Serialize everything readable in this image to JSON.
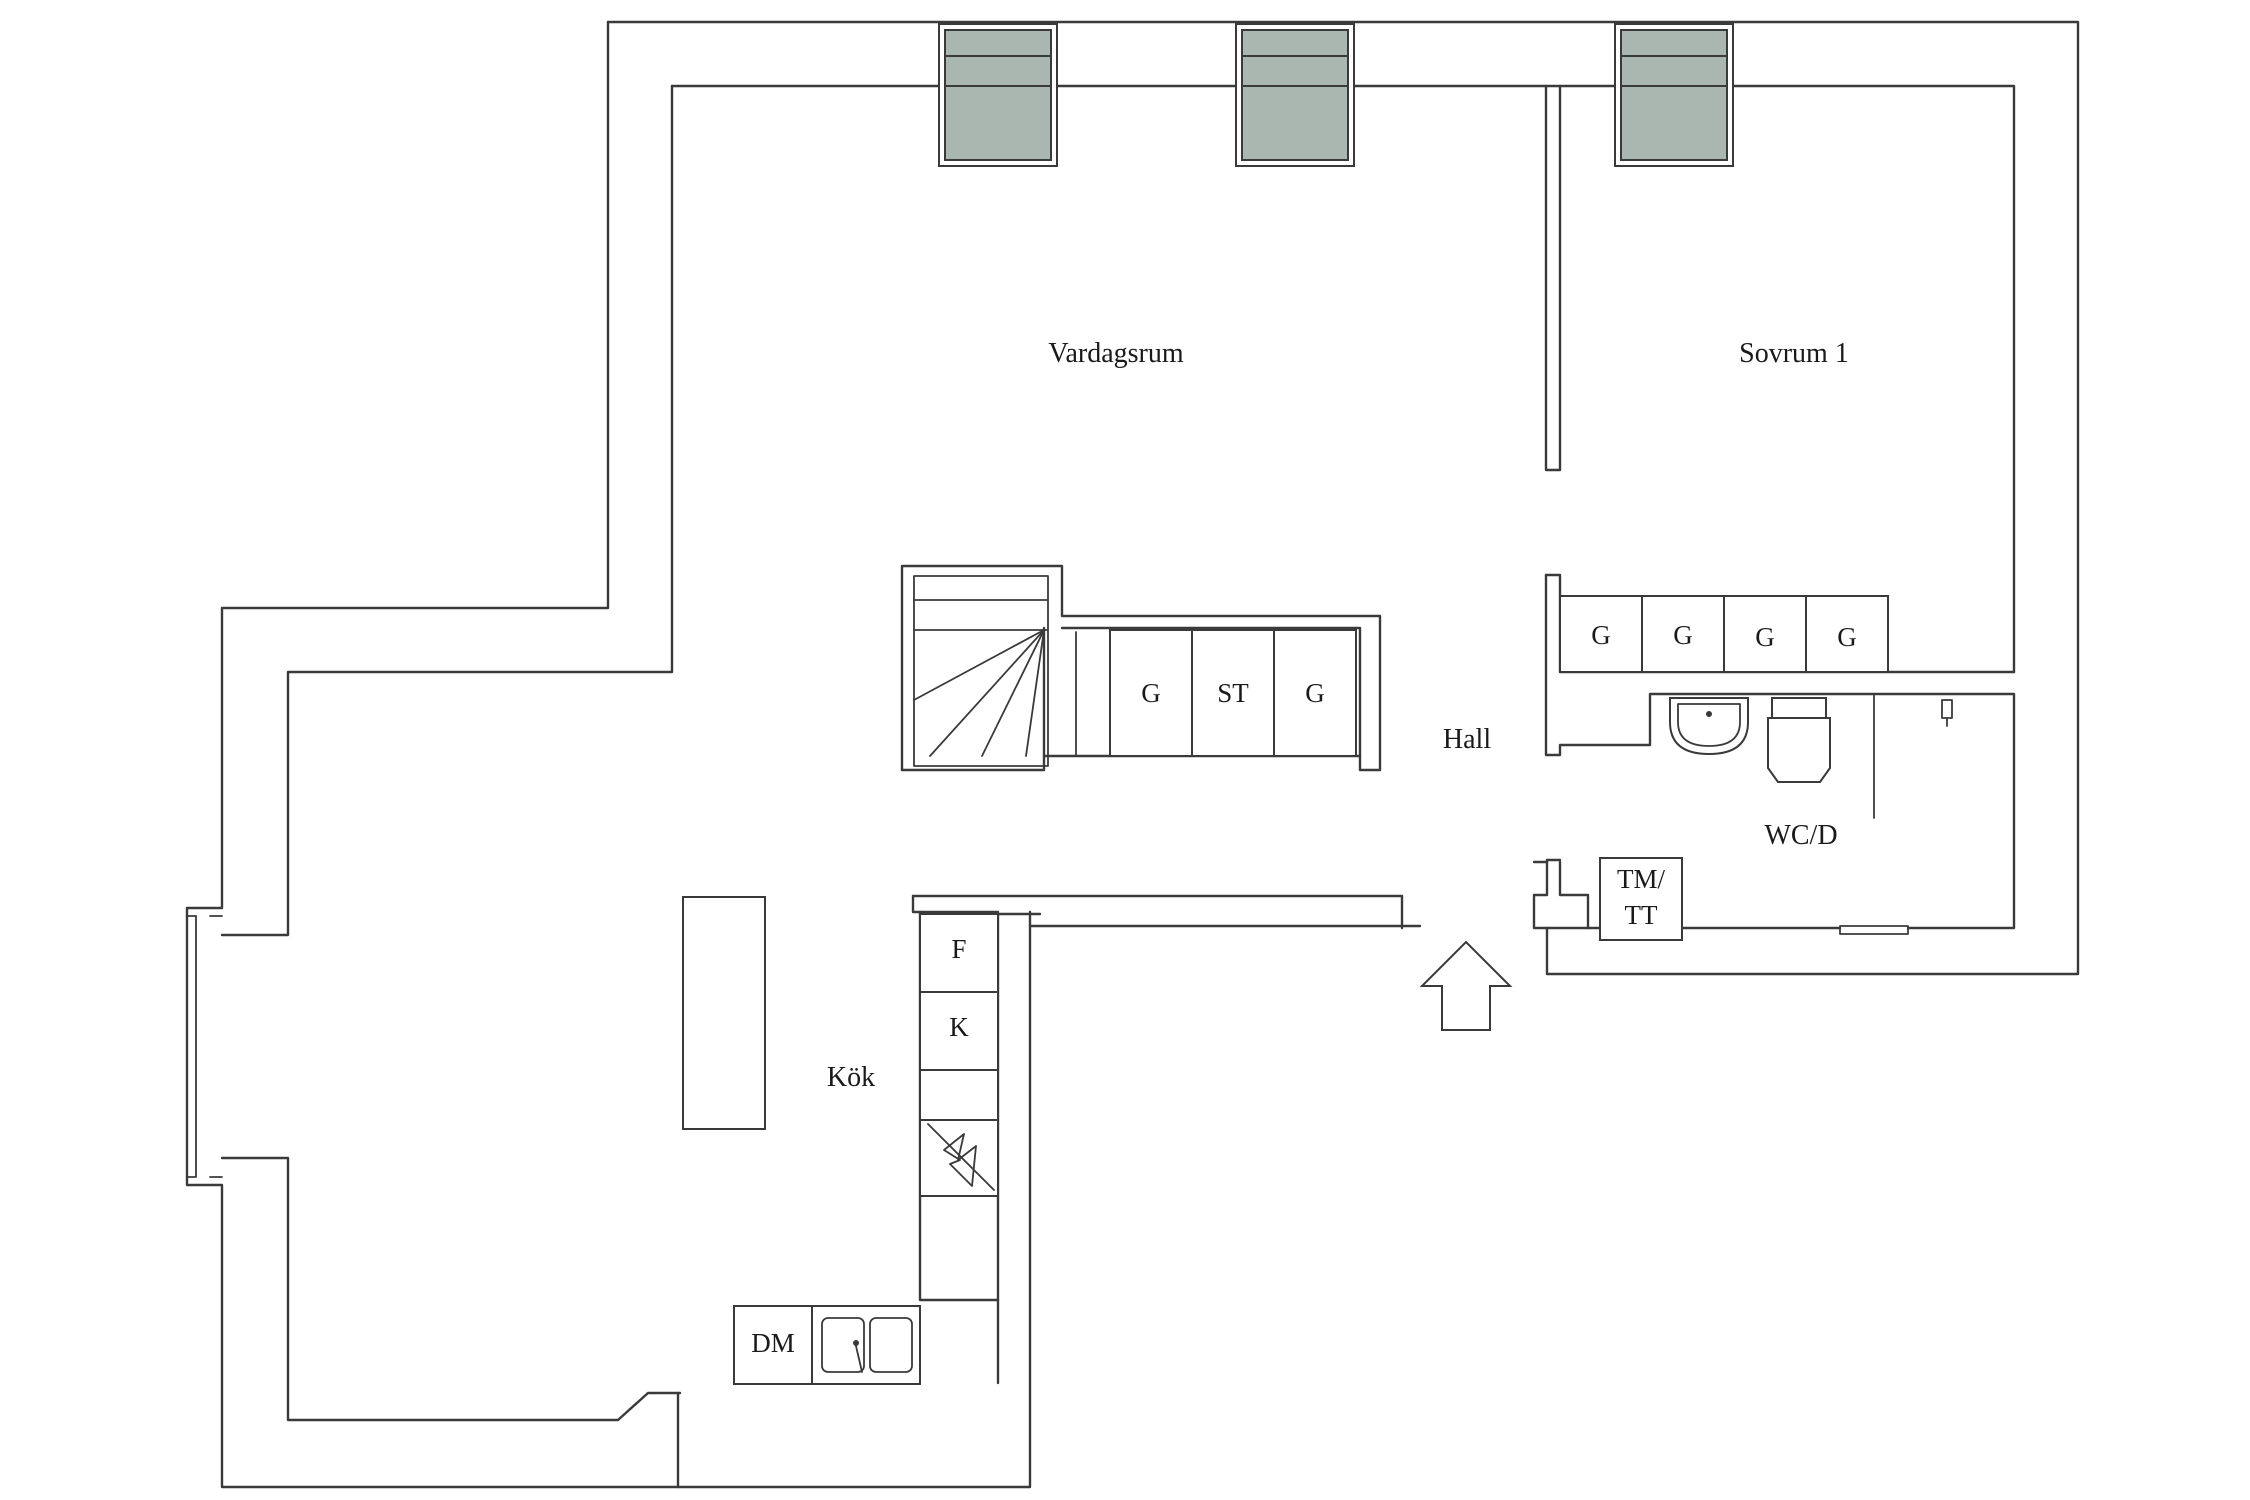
{
  "colors": {
    "wall": "#3a3a3a",
    "skylight_glass": "#a9b7b0",
    "text": "#1a1a1a",
    "background": "#ffffff"
  },
  "rooms": {
    "vardagsrum": "Vardagsrum",
    "sovrum1": "Sovrum 1",
    "hall": "Hall",
    "wc_d": "WC/D",
    "kok": "Kök"
  },
  "fixtures": {
    "wardrobe_left_1": "G",
    "storage_st": "ST",
    "wardrobe_left_2": "G",
    "wardrobe_bed_1": "G",
    "wardrobe_bed_2": "G",
    "wardrobe_bed_3": "G",
    "wardrobe_bed_4": "G",
    "washer_dryer_line1": "TM/",
    "washer_dryer_line2": "TT",
    "fridge": "F",
    "freezer": "K",
    "dishwasher": "DM"
  },
  "icons": {
    "entrance": "entrance-arrow-icon",
    "stairs": "staircase-icon",
    "stove": "stove-icon",
    "sink": "sink-icon",
    "toilet": "toilet-icon",
    "washbasin": "washbasin-icon",
    "skylight": "skylight-icon"
  }
}
